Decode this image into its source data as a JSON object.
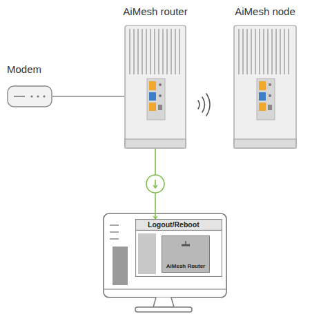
{
  "diagram": {
    "nodes": [
      {
        "text": [
          "Modem"
        ]
      },
      {
        "text": [
          "AiMesh router"
        ]
      },
      {
        "text": [
          "AiMesh node"
        ]
      },
      {
        "text": [
          "Logout/Reboot"
        ]
      },
      {
        "text": [
          "AiMesh Router"
        ],
        "in": 3
      }
    ],
    "edges": [
      {
        "from": 0,
        "to": 1,
        "arrow": "none"
      },
      {
        "from": 1,
        "to": 3,
        "arrow": "to"
      }
    ]
  }
}
